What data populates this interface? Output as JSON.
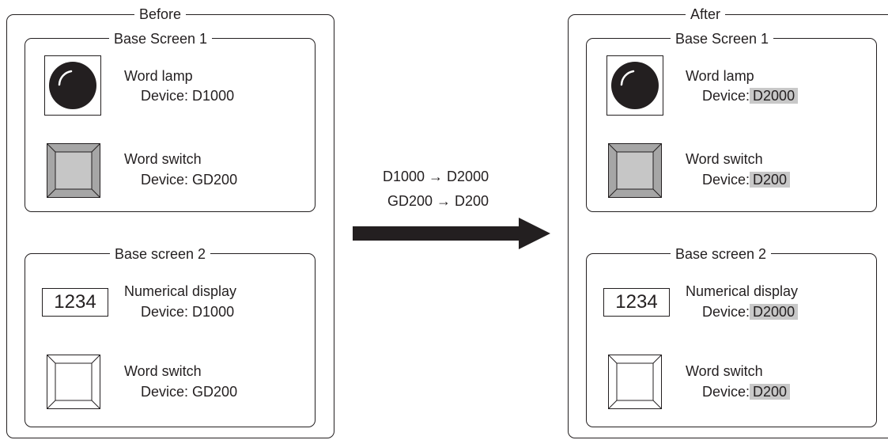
{
  "before": {
    "title": "Before",
    "screen1": {
      "title": "Base Screen 1",
      "lamp": {
        "name": "Word lamp",
        "device_label": "Device:",
        "device": "D1000"
      },
      "switch": {
        "name": "Word switch",
        "device_label": "Device:",
        "device": "GD200"
      }
    },
    "screen2": {
      "title": "Base screen 2",
      "display": {
        "value": "1234",
        "name": "Numerical display",
        "device_label": "Device:",
        "device": "D1000"
      },
      "switch": {
        "name": "Word switch",
        "device_label": "Device:",
        "device": "GD200"
      }
    }
  },
  "change": {
    "line1": "D1000 → D2000",
    "line2": "GD200 → D200"
  },
  "after": {
    "title": "After",
    "screen1": {
      "title": "Base Screen 1",
      "lamp": {
        "name": "Word lamp",
        "device_label": "Device:",
        "device": "D2000"
      },
      "switch": {
        "name": "Word switch",
        "device_label": "Device:",
        "device": "D200"
      }
    },
    "screen2": {
      "title": "Base screen 2",
      "display": {
        "value": "1234",
        "name": "Numerical display",
        "device_label": "Device:",
        "device": "D2000"
      },
      "switch": {
        "name": "Word switch",
        "device_label": "Device:",
        "device": "D200"
      }
    }
  },
  "colors": {
    "line": "#231f20",
    "highlight": "#c8c8c8",
    "switch_face_gray": "#c6c6c6",
    "switch_bevel_gray": "#a6a6a6"
  }
}
